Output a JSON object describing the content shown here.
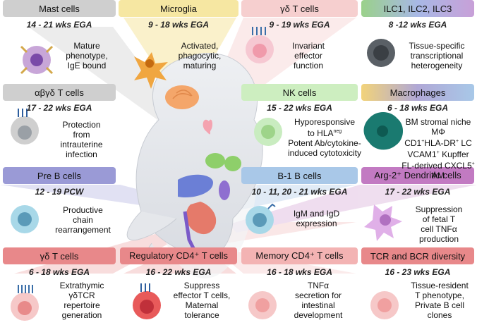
{
  "panels": [
    {
      "id": "mast",
      "title": "Mast cells",
      "time": "14 - 21 wks EGA",
      "desc": [
        "Mature",
        "phenotype,",
        "IgE bound"
      ],
      "color": "#cfcfcf"
    },
    {
      "id": "microglia",
      "title": "Microglia",
      "time": "9 - 18 wks EGA",
      "desc": [
        "Activated,",
        "phagocytic,",
        "maturing"
      ],
      "color": "#f6e7a2"
    },
    {
      "id": "gd1",
      "title": "γδ T cells",
      "time": "9 - 19 wks EGA",
      "desc": [
        "Invariant",
        "effector",
        "function"
      ],
      "color": "#f6cfcf"
    },
    {
      "id": "ilc",
      "title": "ILC1, ILC2, ILC3",
      "time": "8 -12 wks EGA",
      "desc": [
        "Tissue-specific",
        "transcriptional",
        "heterogeneity"
      ]
    },
    {
      "id": "abgd",
      "title": "αβγδ T cells",
      "time": "17 - 22 wks EGA",
      "desc": [
        "Protection",
        "from",
        "intrauterine",
        "infection"
      ],
      "color": "#cfcfcf"
    },
    {
      "id": "nk",
      "title": "NK cells",
      "time": "15 - 22 wks EGA",
      "desc_html": [
        "Hyporesponsive",
        "to HLA<sup>neg</sup>",
        "Potent Ab/cytokine-",
        "induced cytotoxicity"
      ],
      "color": "#cdeec0"
    },
    {
      "id": "mac",
      "title": "Macrophages",
      "time": "6 - 18 wks EGA",
      "desc_html": [
        "BM stromal niche MΦ",
        "CD1<sup>+</sup>HLA-DR<sup>+</sup> LC",
        "VCAM1<sup>+</sup> Kupffer",
        "FL-derived CXCL5<sup>+</sup> AM"
      ]
    },
    {
      "id": "preb",
      "title": "Pre B cells",
      "time": "12 - 19 PCW",
      "desc": [
        "Productive",
        "chain",
        "rearrangement"
      ],
      "color": "#9a9ad6"
    },
    {
      "id": "b1",
      "title": "B-1 B cells",
      "time": "10 - 11, 20 - 21 wks EGA",
      "desc": [
        "IgM and IgD",
        "expression"
      ],
      "color": "#a9c8e8"
    },
    {
      "id": "arg",
      "title": "Arg-2⁺ Dendritic cells",
      "time": "17 - 22 wks EGA",
      "desc": [
        "Suppression",
        "of fetal T",
        "cell TNFα",
        "production"
      ],
      "color": "#c27ac2"
    },
    {
      "id": "gd2",
      "title": "γδ T cells",
      "time": "6 - 18 wks EGA",
      "desc": [
        "Extrathymic",
        "γδTCR",
        "repertoire",
        "generation"
      ],
      "color": "#e8888a"
    },
    {
      "id": "treg",
      "title": "Regulatory CD4⁺ T cells",
      "time": "16 - 22 wks EGA",
      "desc": [
        "Suppress",
        "effector T cells,",
        "Maternal",
        "tolerance"
      ],
      "color": "#e8888a"
    },
    {
      "id": "mem",
      "title": "Memory CD4⁺ T cells",
      "time": "16 - 18 wks EGA",
      "desc": [
        "TNFα",
        "secretion for",
        "intestinal",
        "development"
      ],
      "color": "#f3b3b3"
    },
    {
      "id": "tcr",
      "title": "TCR and BCR diversity",
      "time": "16 - 23 wks EGA",
      "desc": [
        "Tissue-resident",
        "T phenotype,",
        "Private B cell",
        "clones"
      ],
      "color": "#e8888a"
    }
  ]
}
